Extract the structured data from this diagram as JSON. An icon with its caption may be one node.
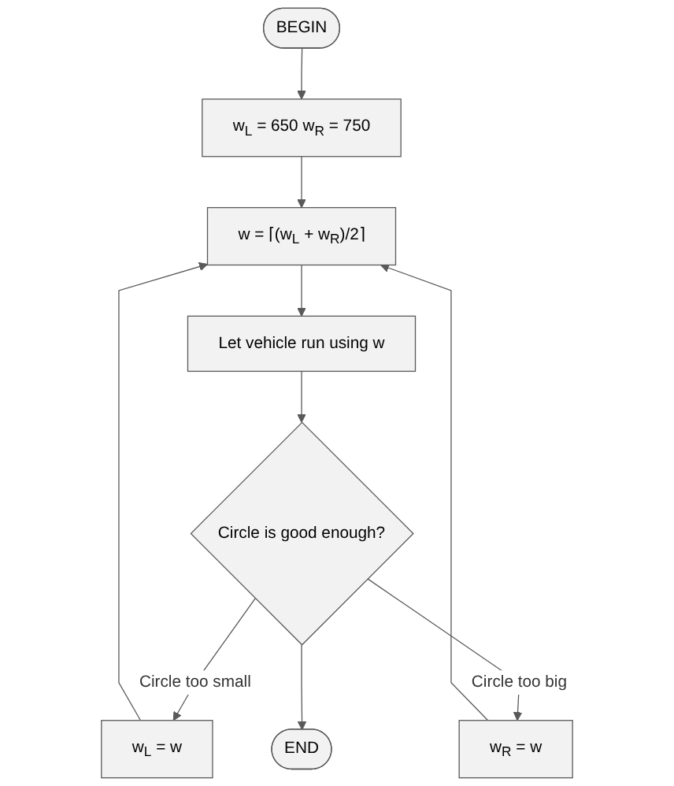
{
  "diagram": {
    "nodes": [
      {
        "text": [
          "BEGIN"
        ]
      },
      {
        "text": [
          "w$_{L}$ = 650 w$_{R}$ = 750"
        ]
      },
      {
        "text": [
          "w = ⌈(w$_{L}$ + w$_{R}$)/2⌉"
        ]
      },
      {
        "text": [
          "w$_{L}$ = w"
        ]
      },
      {
        "text": [
          "Let vehicle run using w"
        ]
      },
      {
        "text": [
          "w$_{R}$ = w"
        ]
      },
      {
        "text": [
          "Circle is good enough?"
        ]
      },
      {
        "text": [
          "END"
        ]
      }
    ],
    "edges": [
      {
        "from": 0,
        "to": 1,
        "arrow": "to"
      },
      {
        "from": 1,
        "to": 2,
        "arrow": "to"
      },
      {
        "from": 3,
        "to": 2,
        "arrow": "to"
      },
      {
        "from": 5,
        "to": 2,
        "arrow": "to"
      },
      {
        "from": 2,
        "to": 4,
        "arrow": "to"
      },
      {
        "from": 4,
        "to": 6,
        "arrow": "to"
      },
      {
        "from": 6,
        "to": 3,
        "label": "Circle too small",
        "arrow": "to"
      },
      {
        "from": 6,
        "to": 5,
        "label": "Circle too big",
        "arrow": "to"
      },
      {
        "from": 6,
        "to": 7,
        "arrow": "to"
      }
    ]
  }
}
